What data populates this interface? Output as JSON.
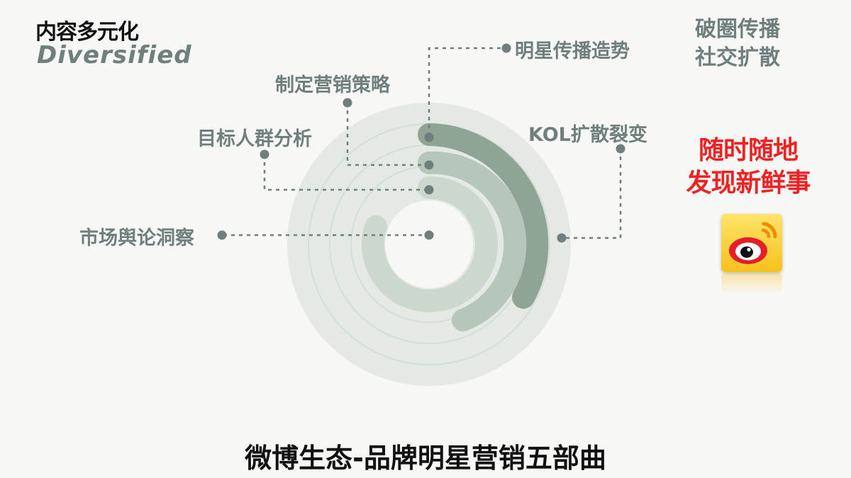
{
  "header": {
    "title_cn": "内容多元化",
    "title_en": "Diversified"
  },
  "tagline": {
    "line1": "破圈传播",
    "line2": "社交扩散"
  },
  "slogan": {
    "line1": "随时随地",
    "line2": "发现新鲜事"
  },
  "logo": {
    "icon": "weibo-eye-icon"
  },
  "steps": [
    {
      "label": "市场舆论洞察"
    },
    {
      "label": "目标人群分析"
    },
    {
      "label": "制定营销策略"
    },
    {
      "label": "明星传播造势"
    },
    {
      "label": "KOL扩散裂变"
    }
  ],
  "footer": {
    "title": "微博生态-品牌明星营销五部曲"
  },
  "colors": {
    "accent": "#6f7f7e",
    "ring_dark": "#8fa494",
    "ring_mid": "#b7c6bb",
    "ring_light": "#ccd8ce",
    "slogan_red": "#ee2222",
    "logo_yellow": "#f6c21c"
  }
}
